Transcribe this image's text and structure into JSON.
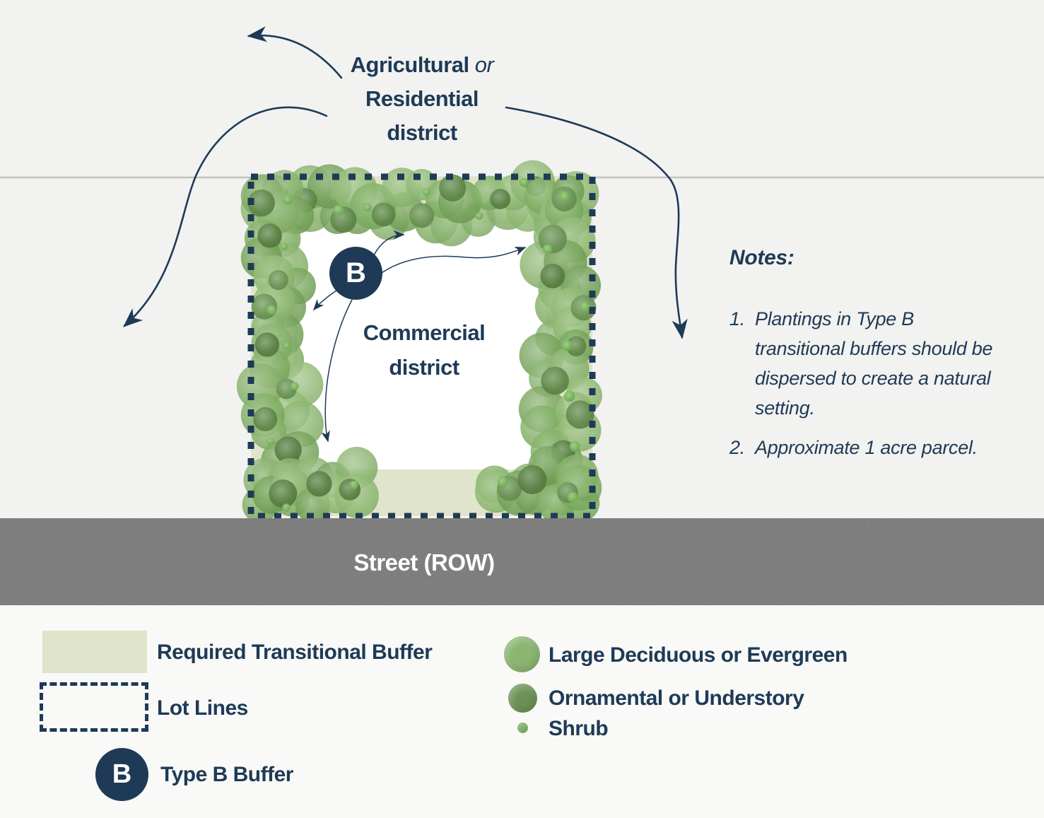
{
  "title": {
    "line1_bold": "Agricultural",
    "line1_conj": " or",
    "line2": "Residential",
    "line3": "district"
  },
  "parcel": {
    "label_line1": "Commercial",
    "label_line2": "district",
    "badge": "B"
  },
  "street": {
    "label": "Street (ROW)"
  },
  "notes": {
    "heading": "Notes:",
    "items": [
      {
        "num": "1.",
        "text": "Plantings in Type B transitional buffers should be dispersed to create a natural setting."
      },
      {
        "num": "2.",
        "text": "Approximate 1 acre parcel."
      }
    ]
  },
  "legend": {
    "buffer_label": "Required Transitional Buffer",
    "lot_lines_label": "Lot Lines",
    "type_b_label": "Type B Buffer",
    "type_b_badge": "B",
    "large_tree_label": "Large Deciduous or Evergreen",
    "ornamental_label": "Ornamental or Understory",
    "shrub_label": "Shrub"
  },
  "colors": {
    "navy": "#1e3a56",
    "background": "#f2f2f0",
    "legend_background": "#f9f9f7",
    "district_line": "#c3c3c0",
    "street_gray": "#737373",
    "street_text": "#ffffff",
    "buffer_fill": "#dfe4ca",
    "parcel_fill": "#ffffff",
    "legend_large_tree": "#8cb572",
    "legend_ornamental": "#6b9254",
    "tree_large_palette": [
      "#8fb973",
      "#7fae63",
      "#74a259",
      "#87b26c"
    ],
    "tree_ornamental_palette": [
      "#5f8749",
      "#6a9254",
      "#587e43"
    ],
    "tree_shrub": "#7ab45c"
  }
}
